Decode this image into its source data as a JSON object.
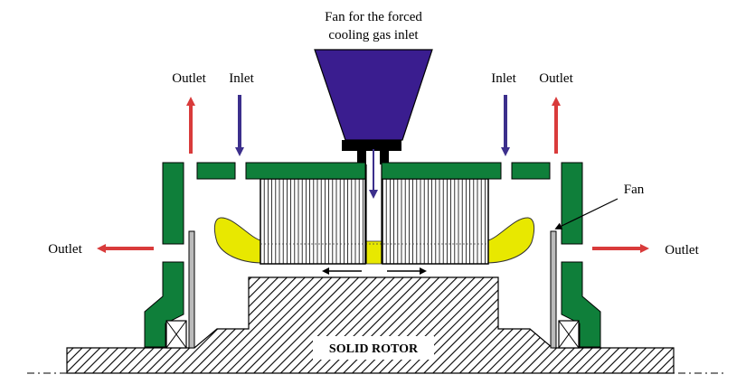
{
  "labels": {
    "fan_inlet_line1": "Fan for the forced",
    "fan_inlet_line2": "cooling gas inlet",
    "outlet_top_left": "Outlet",
    "inlet_left": "Inlet",
    "inlet_right": "Inlet",
    "outlet_top_right": "Outlet",
    "fan": "Fan",
    "outlet_left": "Outlet",
    "outlet_right": "Outlet",
    "rotor": "SOLID ROTOR"
  },
  "colors": {
    "fan_body": "#3A1D8F",
    "stator_frame": "#0F7F3A",
    "end_winding": "#E8E800",
    "outlet_arrow": "#D93B3B",
    "inlet_arrow": "#3C2F8C",
    "hatch": "#000000"
  }
}
